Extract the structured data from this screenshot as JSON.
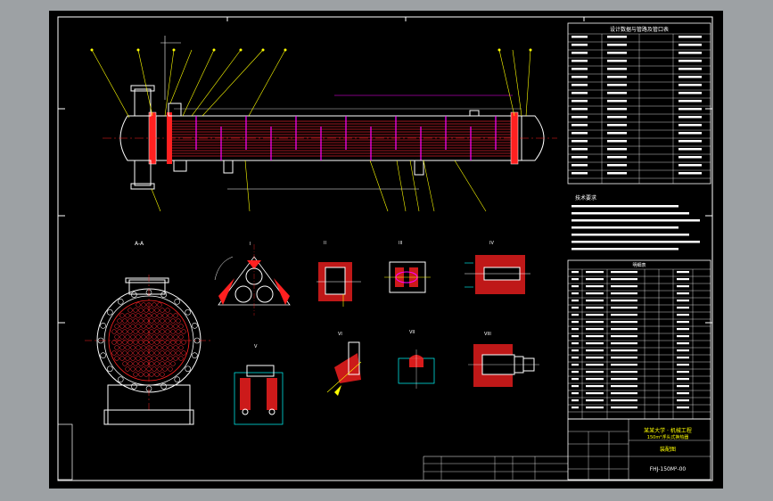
{
  "drawing": {
    "title_block": {
      "university": "某某大学 · 机械工程",
      "drawing_title": "150m²浮头式换热器",
      "assembly_label": "装配图",
      "drawing_number": "FHJ-150M²-00"
    },
    "design_data_header": "设计数据与管路及管口表",
    "tech_requirements_header": "技术要求",
    "parts_list_header": "明细表",
    "views": {
      "section_a": "A-A",
      "detail_1": "I",
      "detail_2": "II",
      "detail_3": "III",
      "detail_4": "IV",
      "detail_5": "V",
      "detail_6": "VI",
      "detail_7": "VII",
      "detail_8": "VIII"
    }
  },
  "colors": {
    "sheet_bg": "#000000",
    "outer_bg": "#9da1a4",
    "line_white": "#ffffff",
    "tubes_red": "#d2222a",
    "baffles_magenta": "#ff00ff",
    "leaders_yellow": "#ffff00",
    "dims_cyan": "#00ffff",
    "hatch_red": "#ff0000"
  }
}
